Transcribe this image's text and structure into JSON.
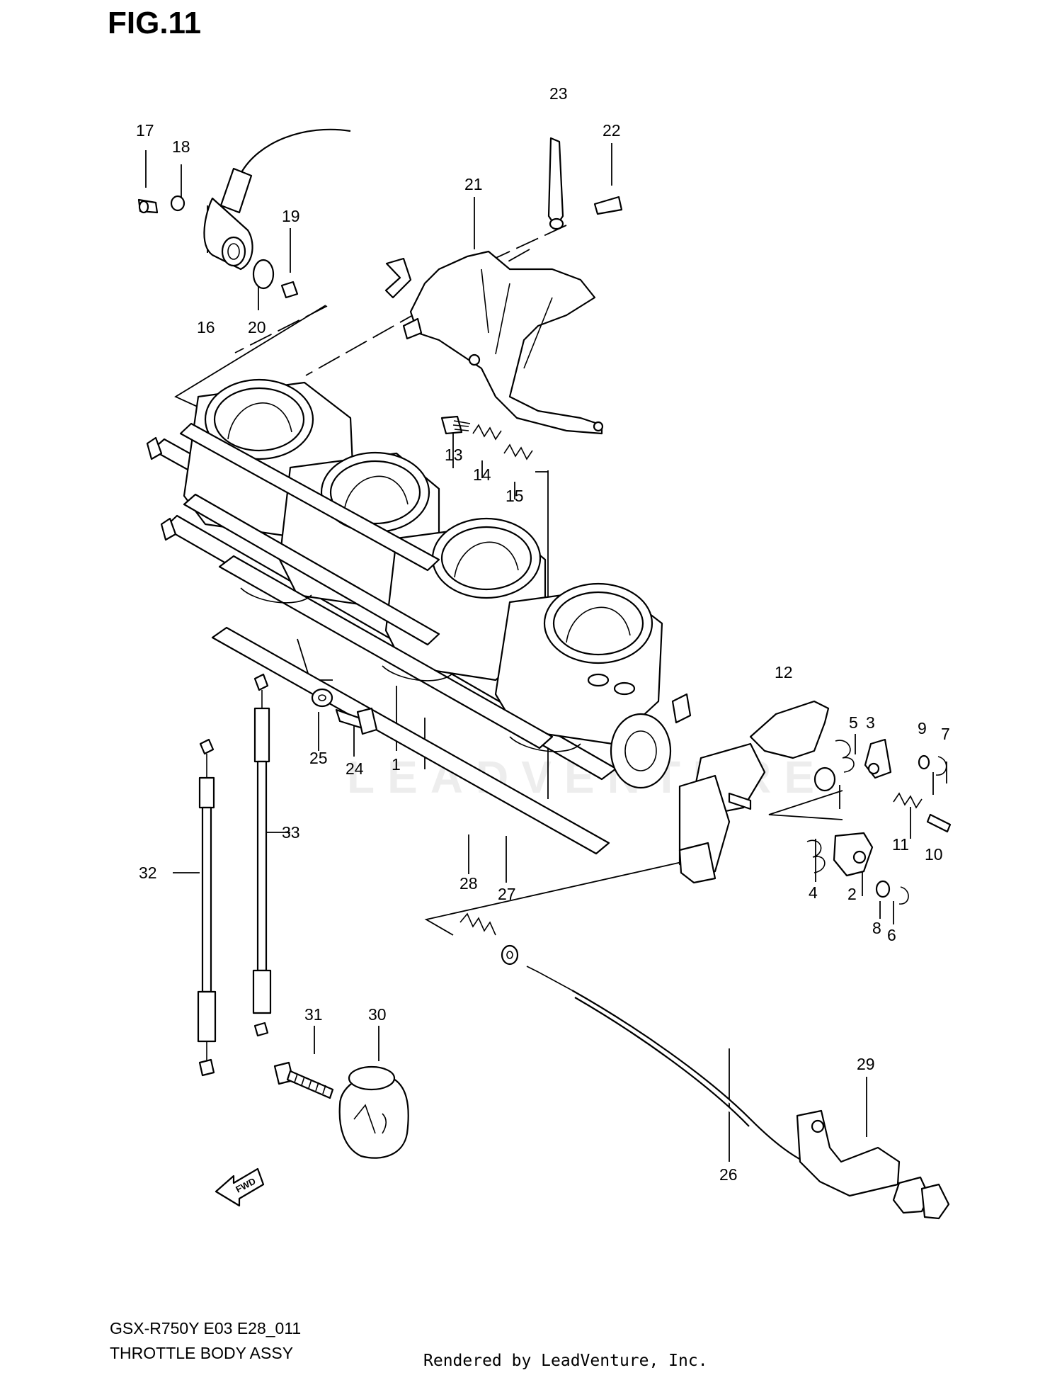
{
  "figure_label": "FIG.11",
  "model_code": "GSX-R750Y E03 E28_011",
  "assembly_name": "THROTTLE BODY ASSY",
  "rendered_by": "Rendered by LeadVenture, Inc.",
  "watermark": "LEADVENTURE",
  "fwd_label": "FWD",
  "callouts": [
    "1",
    "2",
    "3",
    "4",
    "5",
    "6",
    "7",
    "8",
    "9",
    "10",
    "11",
    "12",
    "13",
    "14",
    "15",
    "16",
    "17",
    "18",
    "19",
    "20",
    "21",
    "22",
    "23",
    "24",
    "25",
    "26",
    "27",
    "28",
    "29",
    "30",
    "31",
    "32",
    "33"
  ]
}
